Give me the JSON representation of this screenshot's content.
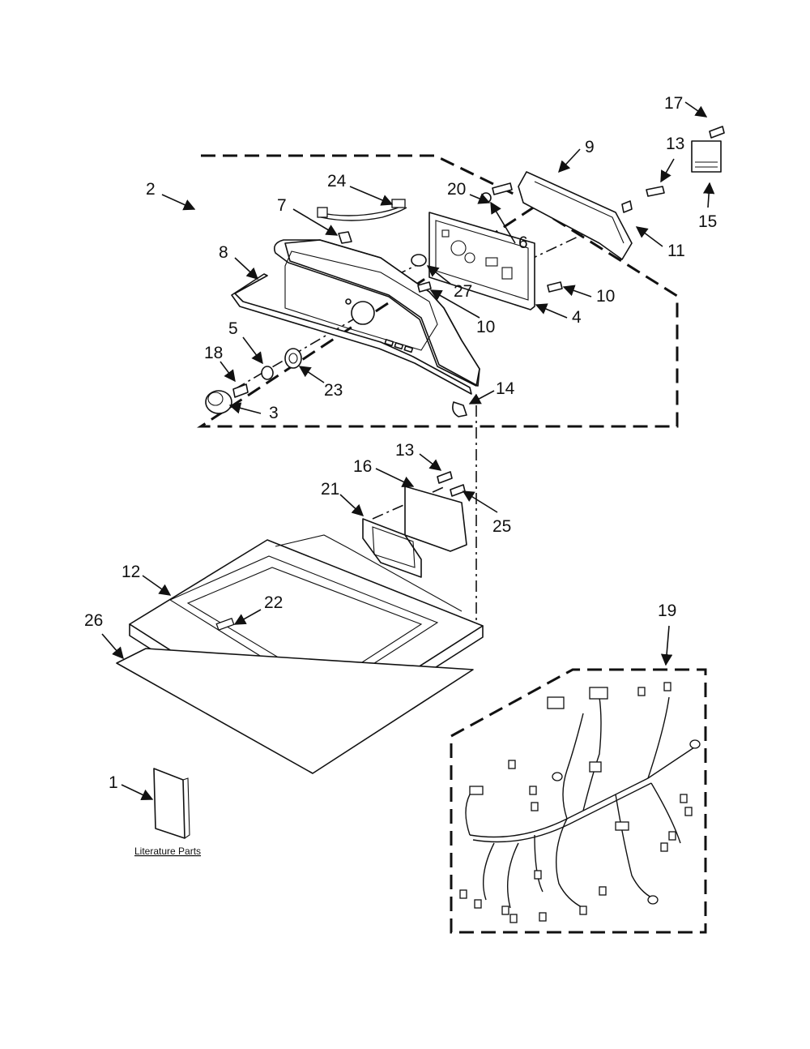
{
  "diagram": {
    "callouts": {
      "c1": "1",
      "c2": "2",
      "c3": "3",
      "c4": "4",
      "c5": "5",
      "c6": "6",
      "c7": "7",
      "c8": "8",
      "c9": "9",
      "c10a": "10",
      "c10b": "10",
      "c11": "11",
      "c12": "12",
      "c13a": "13",
      "c13b": "13",
      "c14": "14",
      "c15": "15",
      "c16": "16",
      "c17": "17",
      "c18": "18",
      "c19": "19",
      "c20": "20",
      "c21": "21",
      "c22": "22",
      "c23": "23",
      "c24": "24",
      "c25": "25",
      "c26": "26",
      "c27": "27"
    },
    "literature_label": "Literature Parts"
  }
}
